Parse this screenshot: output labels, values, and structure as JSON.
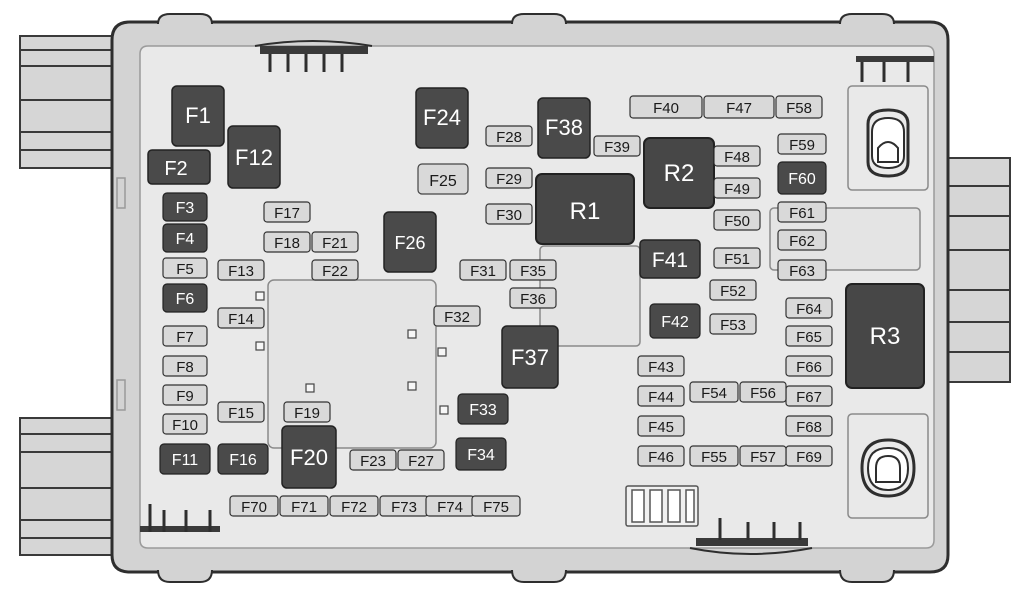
{
  "fuses": {
    "f1": "F1",
    "f2": "F2",
    "f3": "F3",
    "f4": "F4",
    "f5": "F5",
    "f6": "F6",
    "f7": "F7",
    "f8": "F8",
    "f9": "F9",
    "f10": "F10",
    "f11": "F11",
    "f12": "F12",
    "f13": "F13",
    "f14": "F14",
    "f15": "F15",
    "f16": "F16",
    "f17": "F17",
    "f18": "F18",
    "f19": "F19",
    "f20": "F20",
    "f21": "F21",
    "f22": "F22",
    "f23": "F23",
    "f24": "F24",
    "f25": "F25",
    "f26": "F26",
    "f27": "F27",
    "f28": "F28",
    "f29": "F29",
    "f30": "F30",
    "f31": "F31",
    "f32": "F32",
    "f33": "F33",
    "f34": "F34",
    "f35": "F35",
    "f36": "F36",
    "f37": "F37",
    "f38": "F38",
    "f39": "F39",
    "f40": "F40",
    "f41": "F41",
    "f42": "F42",
    "f43": "F43",
    "f44": "F44",
    "f45": "F45",
    "f46": "F46",
    "f47": "F47",
    "f48": "F48",
    "f49": "F49",
    "f50": "F50",
    "f51": "F51",
    "f52": "F52",
    "f53": "F53",
    "f54": "F54",
    "f55": "F55",
    "f56": "F56",
    "f57": "F57",
    "f58": "F58",
    "f59": "F59",
    "f60": "F60",
    "f61": "F61",
    "f62": "F62",
    "f63": "F63",
    "f64": "F64",
    "f65": "F65",
    "f66": "F66",
    "f67": "F67",
    "f68": "F68",
    "f69": "F69",
    "f70": "F70",
    "f71": "F71",
    "f72": "F72",
    "f73": "F73",
    "f74": "F74",
    "f75": "F75"
  },
  "relays": {
    "r1": "R1",
    "r2": "R2",
    "r3": "R3"
  },
  "colors": {
    "housing": "#d3d3d3",
    "housing_edge": "#3a3a3a",
    "inner_panel": "#e9e9e9",
    "small_fuse": "#d9d9d9",
    "large_fuse": "#4a4a4a",
    "relay": "#474747"
  }
}
